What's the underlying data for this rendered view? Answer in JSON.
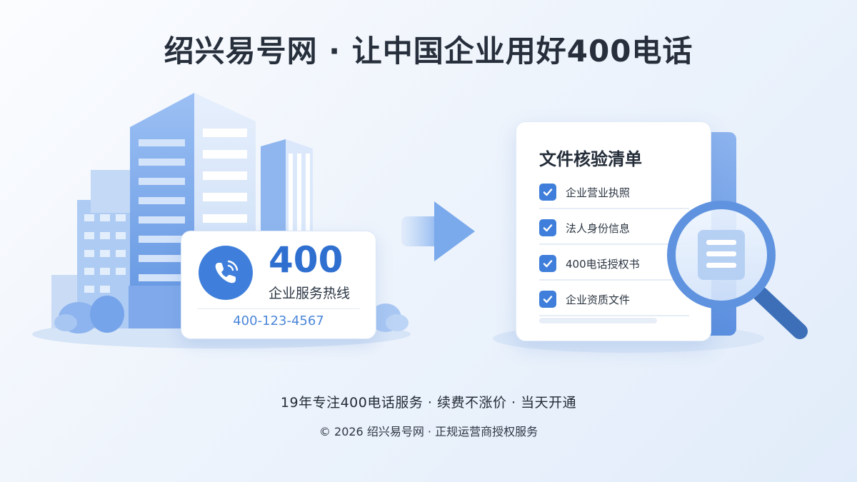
{
  "header": {
    "title": "绍兴易号网 · 让中国企业用好400电话"
  },
  "hotline_card": {
    "number": "400",
    "label": "企业服务热线",
    "phone": "400-123-4567"
  },
  "checklist": {
    "title": "文件核验清单",
    "items": [
      {
        "label": "企业营业执照"
      },
      {
        "label": "法人身份信息"
      },
      {
        "label": "400电话授权书"
      },
      {
        "label": "企业资质文件"
      }
    ]
  },
  "footer": {
    "slogan": "19年专注400电话服务 · 续费不涨价 · 当天开通",
    "copyright": "© 2026 绍兴易号网 · 正规运营商授权服务"
  },
  "icons": {
    "buildings": "office-buildings-icon",
    "phone": "phone-icon",
    "arrow": "arrow-right-icon",
    "check": "checkmark-icon",
    "magnifier": "magnifier-icon"
  },
  "colors": {
    "accent": "#3f7fdb",
    "accent_light": "#8db4ee",
    "title": "#262f3b",
    "background": "#eef4fc"
  }
}
